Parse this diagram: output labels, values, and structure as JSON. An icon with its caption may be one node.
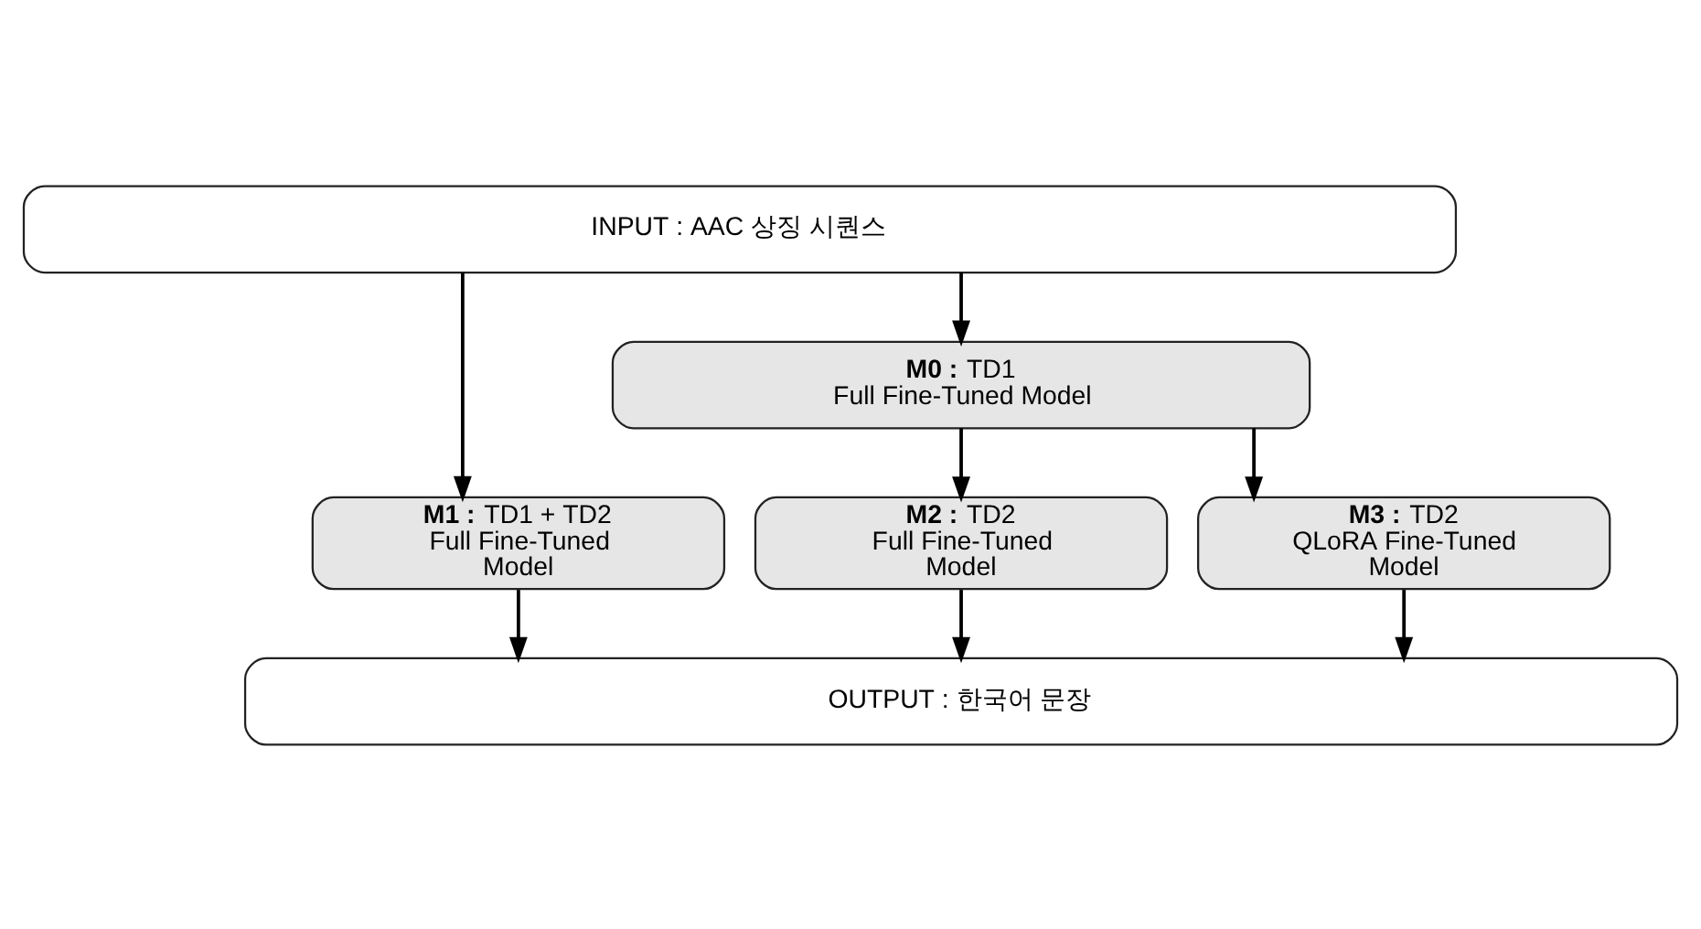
{
  "diagram": {
    "nodes": [
      {
        "text": [
          "INPUT : AAC 상징 시퀀스"
        ]
      },
      {
        "text": [
          "**M0 :** TD1",
          "Full Fine-Tuned Model"
        ]
      },
      {
        "text": [
          "**M1 :** TD1 + TD2",
          "Full Fine-Tuned Model"
        ]
      },
      {
        "text": [
          "**M2 :** TD2",
          "Full Fine-Tuned Model"
        ]
      },
      {
        "text": [
          "**M3 :** TD2",
          "QLoRA Fine-Tuned Model"
        ]
      },
      {
        "text": [
          "OUTPUT : 한국어 문장"
        ]
      }
    ],
    "edges": [
      {
        "from": 0,
        "to": 2,
        "arrow": "to"
      },
      {
        "from": 0,
        "to": 1,
        "arrow": "to"
      },
      {
        "from": 1,
        "to": 3,
        "arrow": "to"
      },
      {
        "from": 1,
        "to": 4,
        "arrow": "to"
      },
      {
        "from": 2,
        "to": 5,
        "arrow": "to"
      },
      {
        "from": 3,
        "to": 5,
        "arrow": "to"
      },
      {
        "from": 4,
        "to": 5,
        "arrow": "to"
      }
    ]
  }
}
